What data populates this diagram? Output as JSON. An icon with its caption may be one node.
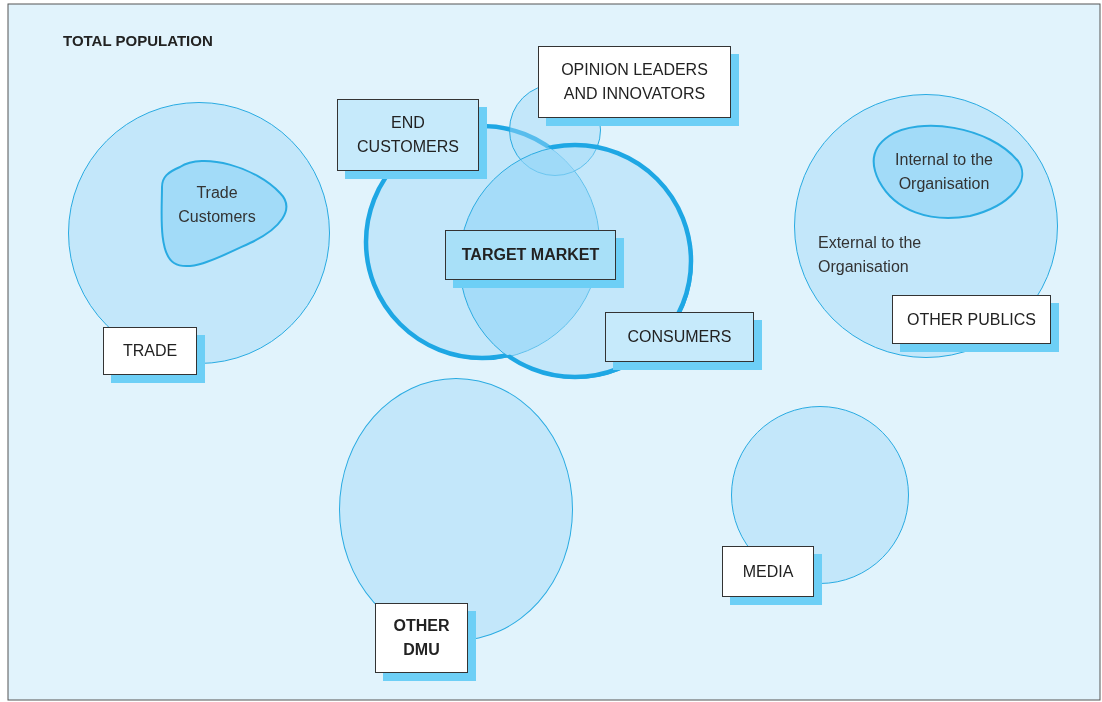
{
  "diagram": {
    "nodes": [
      {
        "text": [
          "TOTAL POPULATION"
        ]
      },
      {
        "text": [
          "TRADE"
        ],
        "in": 0
      },
      {
        "text": [
          "Trade Customers"
        ],
        "in": 1
      },
      {
        "text": [
          "END CUSTOMERS"
        ],
        "in": 0
      },
      {
        "text": [
          "OPINION LEADERS AND INNOVATORS"
        ],
        "in": 0
      },
      {
        "text": [
          "TARGET MARKET"
        ],
        "in": 0
      },
      {
        "text": [
          "CONSUMERS"
        ],
        "in": 0
      },
      {
        "text": [
          "External to the Organisation",
          "OTHER PUBLICS"
        ],
        "in": 0
      },
      {
        "text": [
          "Internal to the Organisation"
        ],
        "in": 7
      },
      {
        "text": [
          "OTHER DMU"
        ],
        "in": 0
      },
      {
        "text": [
          "MEDIA"
        ],
        "in": 0
      }
    ]
  }
}
